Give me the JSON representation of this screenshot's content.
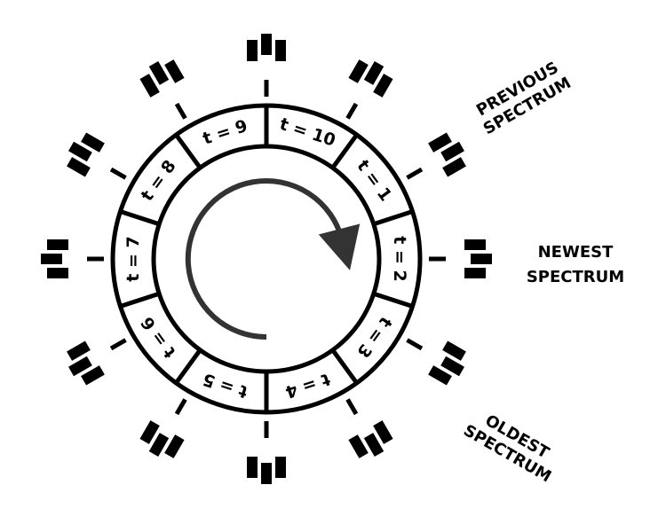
{
  "colors": {
    "ink": "#000000",
    "arrow": "#333333",
    "background": "#ffffff"
  },
  "buffer": {
    "slots": [
      {
        "label": "t = 7"
      },
      {
        "label": "t = 8"
      },
      {
        "label": "t = 9"
      },
      {
        "label": "t = 10"
      },
      {
        "label": "t = 1"
      },
      {
        "label": "t = 2"
      },
      {
        "label": "t = 3"
      },
      {
        "label": "t = 4"
      },
      {
        "label": "t = 5"
      },
      {
        "label": "t = 6"
      }
    ]
  },
  "spectrum_icons": [
    {
      "pattern": [
        0,
        1,
        0
      ]
    },
    {
      "pattern": [
        0,
        1,
        0
      ]
    },
    {
      "pattern": [
        0,
        1,
        0
      ]
    },
    {
      "pattern": [
        0,
        1,
        0
      ]
    },
    {
      "pattern": [
        0,
        1,
        0
      ]
    },
    {
      "pattern": [
        0,
        1,
        0
      ]
    },
    {
      "pattern": [
        0,
        1,
        0
      ]
    },
    {
      "pattern": [
        0,
        1,
        0
      ]
    },
    {
      "pattern": [
        0,
        1,
        0
      ]
    },
    {
      "pattern": [
        0,
        1,
        0
      ]
    },
    {
      "pattern": [
        0,
        1,
        0
      ]
    },
    {
      "pattern": [
        0,
        1,
        0
      ]
    }
  ],
  "labels": {
    "previous": {
      "line1": "PREVIOUS",
      "line2": "SPECTRUM"
    },
    "newest": {
      "line1": "NEWEST",
      "line2": "SPECTRUM"
    },
    "oldest": {
      "line1": "OLDEST",
      "line2": "SPECTRUM"
    }
  }
}
